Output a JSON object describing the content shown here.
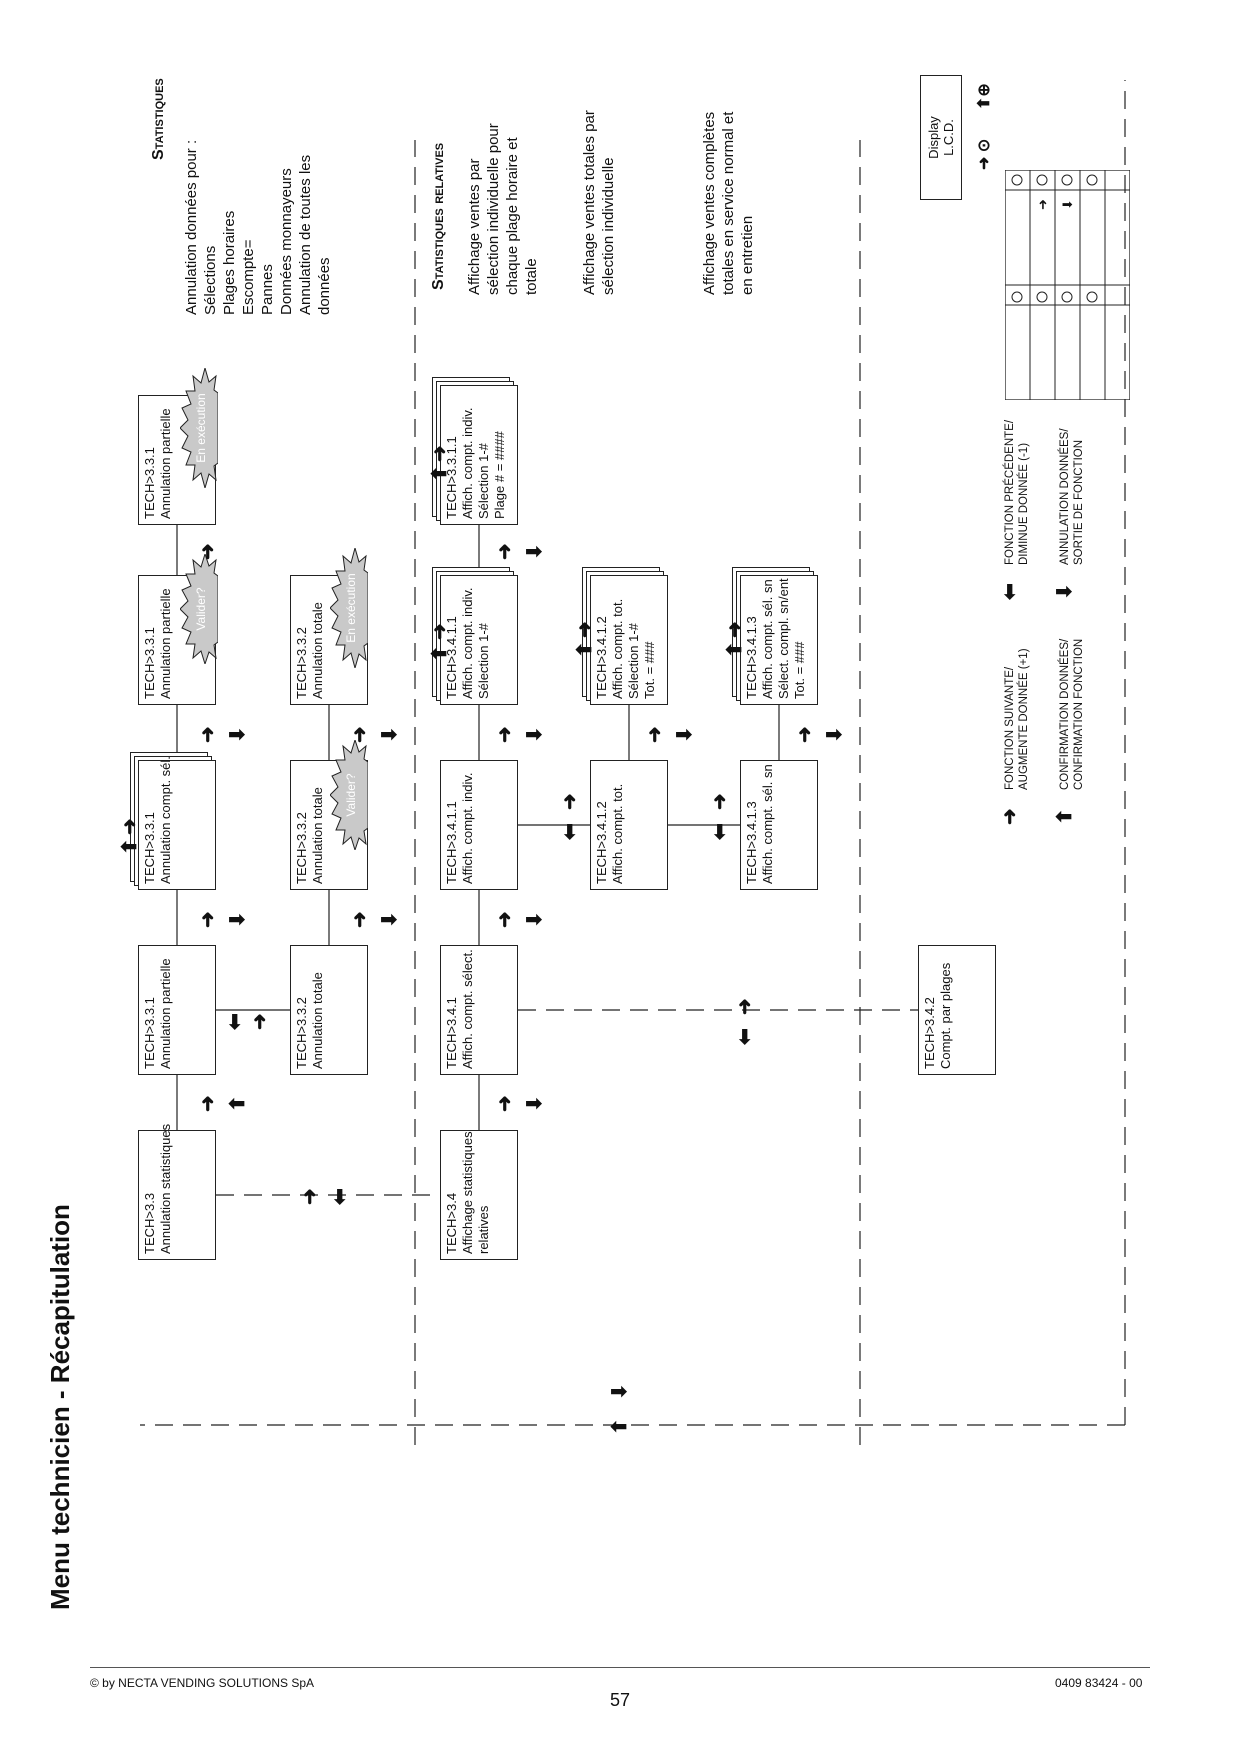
{
  "page": {
    "title": "Menu technicien - Récapitulation",
    "copyright": "© by NECTA VENDING SOLUTIONS SpA",
    "doc_code": "0409 83424 - 00",
    "page_number": "57"
  },
  "boxes": {
    "b33": [
      "TECH>3.3",
      "Annulation statistiques"
    ],
    "b331": [
      "TECH>3.3.1",
      "Annulation partielle"
    ],
    "b332": [
      "TECH>3.3.2",
      "Annulation totale"
    ],
    "b3311": [
      "TECH>3.3.1",
      "Annulation compt. sél."
    ],
    "b3312": [
      "TECH>3.3.1",
      "Annulation partielle"
    ],
    "b3313": [
      "TECH>3.3.1",
      "Annulation partielle"
    ],
    "b3321": [
      "TECH>3.3.2",
      "Annulation totale"
    ],
    "b3322": [
      "TECH>3.3.2",
      "Annulation totale"
    ],
    "b34": [
      "TECH>3.4",
      "Affichage statistiques",
      "relatives"
    ],
    "b341": [
      "TECH>3.4.1",
      "Affich. compt. sélect."
    ],
    "b3411": [
      "TECH>3.4.1.1",
      "Affich. compt. indiv."
    ],
    "b3411b": [
      "TECH>3.4.1.1",
      "Affich. compt. indiv.",
      "Sélection 1-#"
    ],
    "b3311c": [
      "TECH>3.3.1.1",
      "Affich. compt. indiv.",
      "Sélection 1-#",
      "Plage  # = ####"
    ],
    "b3412": [
      "TECH>3.4.1.2",
      "Affich. compt. tot."
    ],
    "b3412b": [
      "TECH>3.4.1.2",
      "Affich. compt. tot.",
      "Sélection 1-#",
      "Tot.  = ###"
    ],
    "b3413": [
      "TECH>3.4.1.3",
      "Affich. compt. sél. sn"
    ],
    "b3413b": [
      "TECH>3.4.1.3",
      "Affich. compt. sél. sn",
      "Sélect. compl. sn/ent",
      "Tot.  = ###"
    ],
    "b342": [
      "TECH>3.4.2",
      "Compt. par plages"
    ]
  },
  "bursts": {
    "valider": "Valider?",
    "execution": "En exécution"
  },
  "sections": {
    "statistiques": {
      "heading": "Statistiques",
      "lines": [
        "Annulation données pour :",
        "Sélections",
        "Plages horaires",
        "Escompte=",
        "Pannes",
        "Données monnayeurs",
        "",
        "Annulation de toutes les",
        "données"
      ]
    },
    "relatives": {
      "heading": "Statistiques relatives",
      "para1": [
        "Affichage ventes par",
        "sélection individuelle pour",
        "chaque plage horaire et",
        "totale"
      ],
      "para2": [
        "Affichage ventes totales par",
        "sélection individuelle"
      ],
      "para3": [
        "Affichage ventes complètes",
        "totales en service normal et",
        "en entretien"
      ]
    }
  },
  "legend": {
    "next": [
      "FONCTION SUIVANTE/",
      "AUGMENTE DONNÉE (+1)"
    ],
    "prev": [
      "FONCTION PRÉCÉDENTE/",
      "DIMINUE DONNÉE (-1)"
    ],
    "confirm": [
      "CONFIRMATION DONNÉES/",
      "CONFIRMATION FONCTION"
    ],
    "cancel": [
      "ANNULATION DONNÉES/",
      "SORTIE DE FONCTION"
    ]
  },
  "display": [
    "Display",
    "L.C.D."
  ],
  "colors": {
    "ink": "#111111",
    "burst_fill": "#c9c9c9",
    "burst_text": "#ffffff"
  }
}
